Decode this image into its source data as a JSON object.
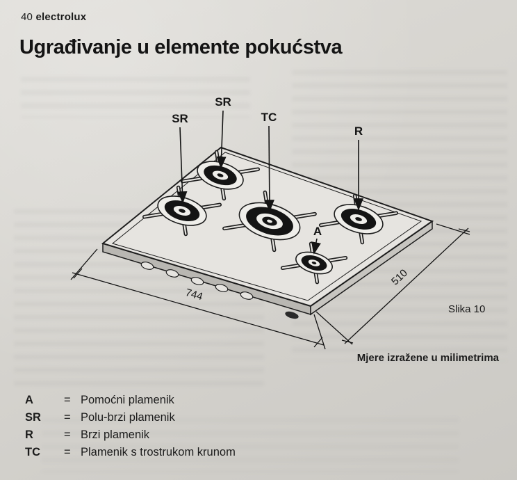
{
  "header": {
    "page_number": "40",
    "brand": "electrolux"
  },
  "title": "Ugrađivanje u elemente pokućstva",
  "figure": {
    "labels": {
      "sr1": "SR",
      "sr2": "SR",
      "tc": "TC",
      "r": "R",
      "a": "A"
    },
    "dim_width": "744",
    "dim_depth": "510",
    "caption": "Slika 10",
    "units_note": "Mjere izražene u milimetrima"
  },
  "legend": {
    "items": [
      {
        "key": "A",
        "eq": "=",
        "label": "Pomoćni plamenik"
      },
      {
        "key": "SR",
        "eq": "=",
        "label": "Polu-brzi plamenik"
      },
      {
        "key": "R",
        "eq": "=",
        "label": "Brzi plamenik"
      },
      {
        "key": "TC",
        "eq": "=",
        "label": "Plamenik s trostrukom krunom"
      }
    ]
  }
}
